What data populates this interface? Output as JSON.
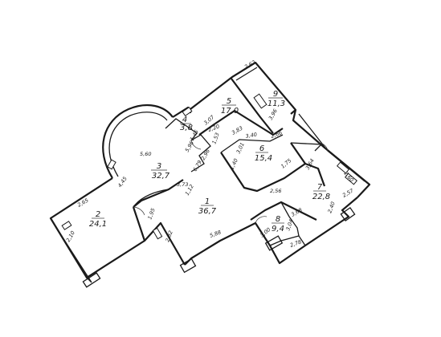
{
  "rooms": [
    {
      "number": "1",
      "area": "36,7"
    },
    {
      "number": "2",
      "area": "24,1"
    },
    {
      "number": "3",
      "area": "32,7"
    },
    {
      "number": "4",
      "area": "3,8"
    },
    {
      "number": "5",
      "area": "17,0"
    },
    {
      "number": "6",
      "area": "15,4"
    },
    {
      "number": "7",
      "area": "22,8"
    },
    {
      "number": "8",
      "area": "9,4"
    },
    {
      "number": "9",
      "area": "11,3"
    }
  ],
  "dimensions": [
    "2,62",
    "5,60",
    "2,65",
    "2,10",
    "4,45",
    "1,95",
    "2,82",
    "3,73",
    "1,12",
    "5,88",
    "5,96",
    "2,96",
    "2,20",
    "1,45",
    "1,53",
    "3,83",
    "3,40",
    "3,01",
    "1,40",
    "1,75",
    "2,66",
    "2,56",
    "3,96",
    "3,64",
    "2,60",
    "2,57",
    "2,40",
    "3,68",
    "3,04",
    "2,78",
    "3,00",
    "3,07",
    "6,79"
  ]
}
